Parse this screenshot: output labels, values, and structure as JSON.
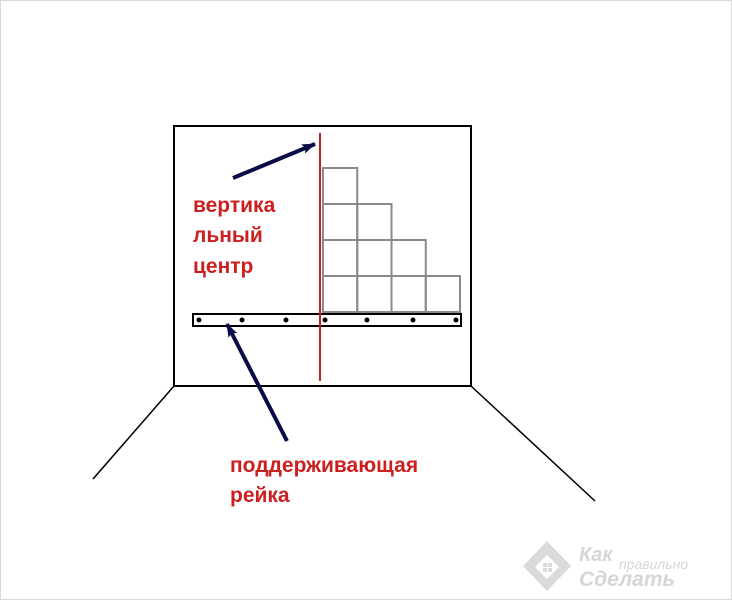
{
  "labels": {
    "vertical_center": [
      "вертика",
      "льный",
      "центр"
    ],
    "support_rail": [
      "поддерживающая",
      "рейка"
    ]
  },
  "logo": {
    "word_kak": "Как",
    "word_pravilno": "правильно",
    "word_sdelat": "Сделать"
  },
  "colors": {
    "label": "#cc1f1f",
    "vertical_line": "#cc1f1f",
    "arrow": "#0b0b45",
    "grid": "#8a8a8a",
    "outline": "#000000",
    "logo": "#d4d4d4"
  },
  "tile_rows": [
    1,
    2,
    3,
    4
  ]
}
